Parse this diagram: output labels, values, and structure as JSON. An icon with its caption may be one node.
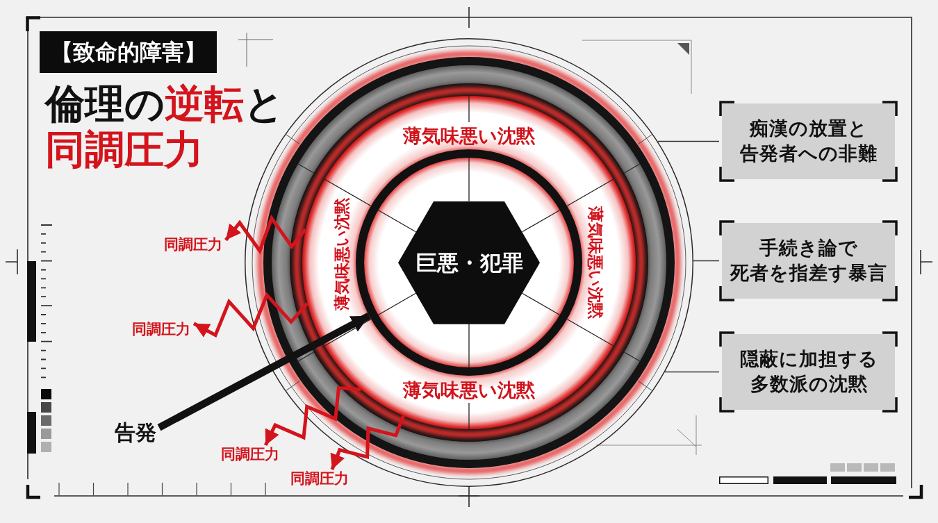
{
  "diagram": {
    "title": "倫理の**逆転**と**同調圧力**",
    "nodes": [
      {
        "text": [
          "【致命的障害】"
        ]
      },
      {
        "text": [
          "同調圧力"
        ]
      },
      {
        "text": [
          "同調圧力"
        ]
      },
      {
        "text": [
          "告発"
        ]
      },
      {
        "text": [
          "同調圧力"
        ]
      },
      {
        "text": [
          "同調圧力"
        ]
      },
      {
        "text": [],
        "shape": "circle"
      },
      {
        "text": [
          "薄気味悪い沈黙",
          "薄気味悪い沈黙",
          "薄気味悪い沈黙",
          "薄気味悪い沈黙"
        ],
        "in": 6
      },
      {
        "text": [],
        "shape": "circle",
        "in": 7
      },
      {
        "text": [
          "巨悪・犯罪"
        ],
        "in": 8
      },
      {
        "text": [
          "痴漢の放置と告発者への非難"
        ]
      },
      {
        "text": [
          "手続き論で死者を指差す暴言"
        ]
      },
      {
        "text": [
          "隠蔽に加担する多数派の沈黙"
        ]
      }
    ],
    "edges": [
      {
        "from": 7,
        "to": 1,
        "arrow": "to",
        "color": "#d4141c"
      },
      {
        "from": 7,
        "to": 2,
        "arrow": "to",
        "color": "#d4141c"
      },
      {
        "from": 3,
        "to": 8,
        "arrow": "to",
        "style": "thick",
        "color": "#111111"
      },
      {
        "from": 7,
        "to": 4,
        "arrow": "to",
        "color": "#d4141c"
      },
      {
        "from": 7,
        "to": 5,
        "arrow": "to",
        "color": "#d4141c"
      },
      {
        "from": 10,
        "to": 6,
        "arrow": "none",
        "color": "#333333"
      },
      {
        "from": 11,
        "to": 6,
        "arrow": "none",
        "color": "#333333"
      },
      {
        "from": 12,
        "to": 6,
        "arrow": "none",
        "color": "#333333"
      }
    ]
  }
}
